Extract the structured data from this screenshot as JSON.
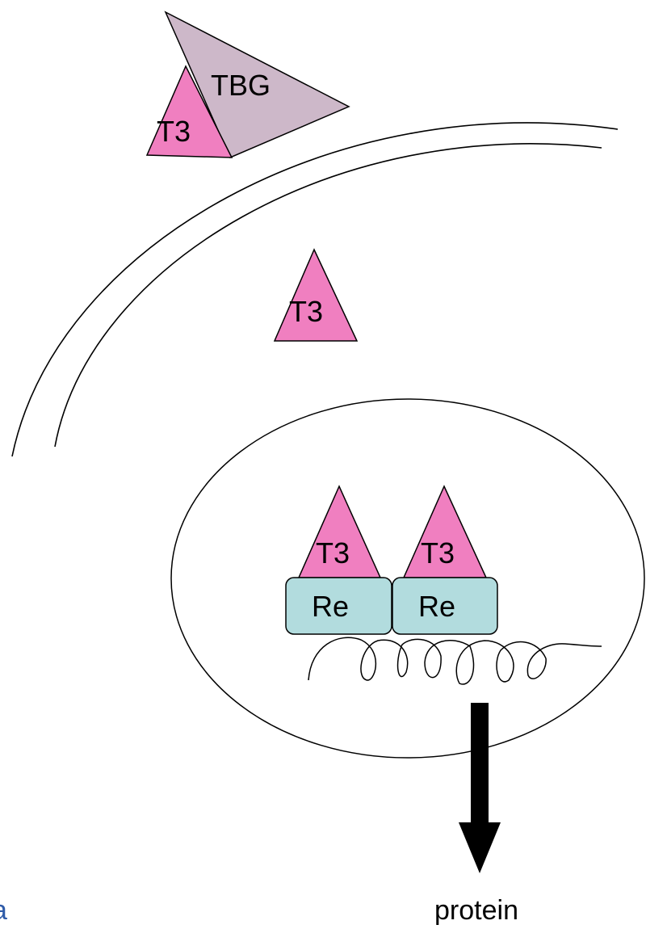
{
  "labels": {
    "tbg": "TBG",
    "t3_bound": "T3",
    "t3_cytoplasm": "T3",
    "t3_receptor_left": "T3",
    "t3_receptor_right": "T3",
    "receptor_left": "Re",
    "receptor_right": "Re",
    "output": "protein",
    "edge_fragment": "a"
  },
  "colors": {
    "t3": "#f07fc0",
    "tbg": "#cdb8c9",
    "receptor": "#b2dcde",
    "stroke": "#000000",
    "edge_fragment": "#2e5ba8"
  }
}
